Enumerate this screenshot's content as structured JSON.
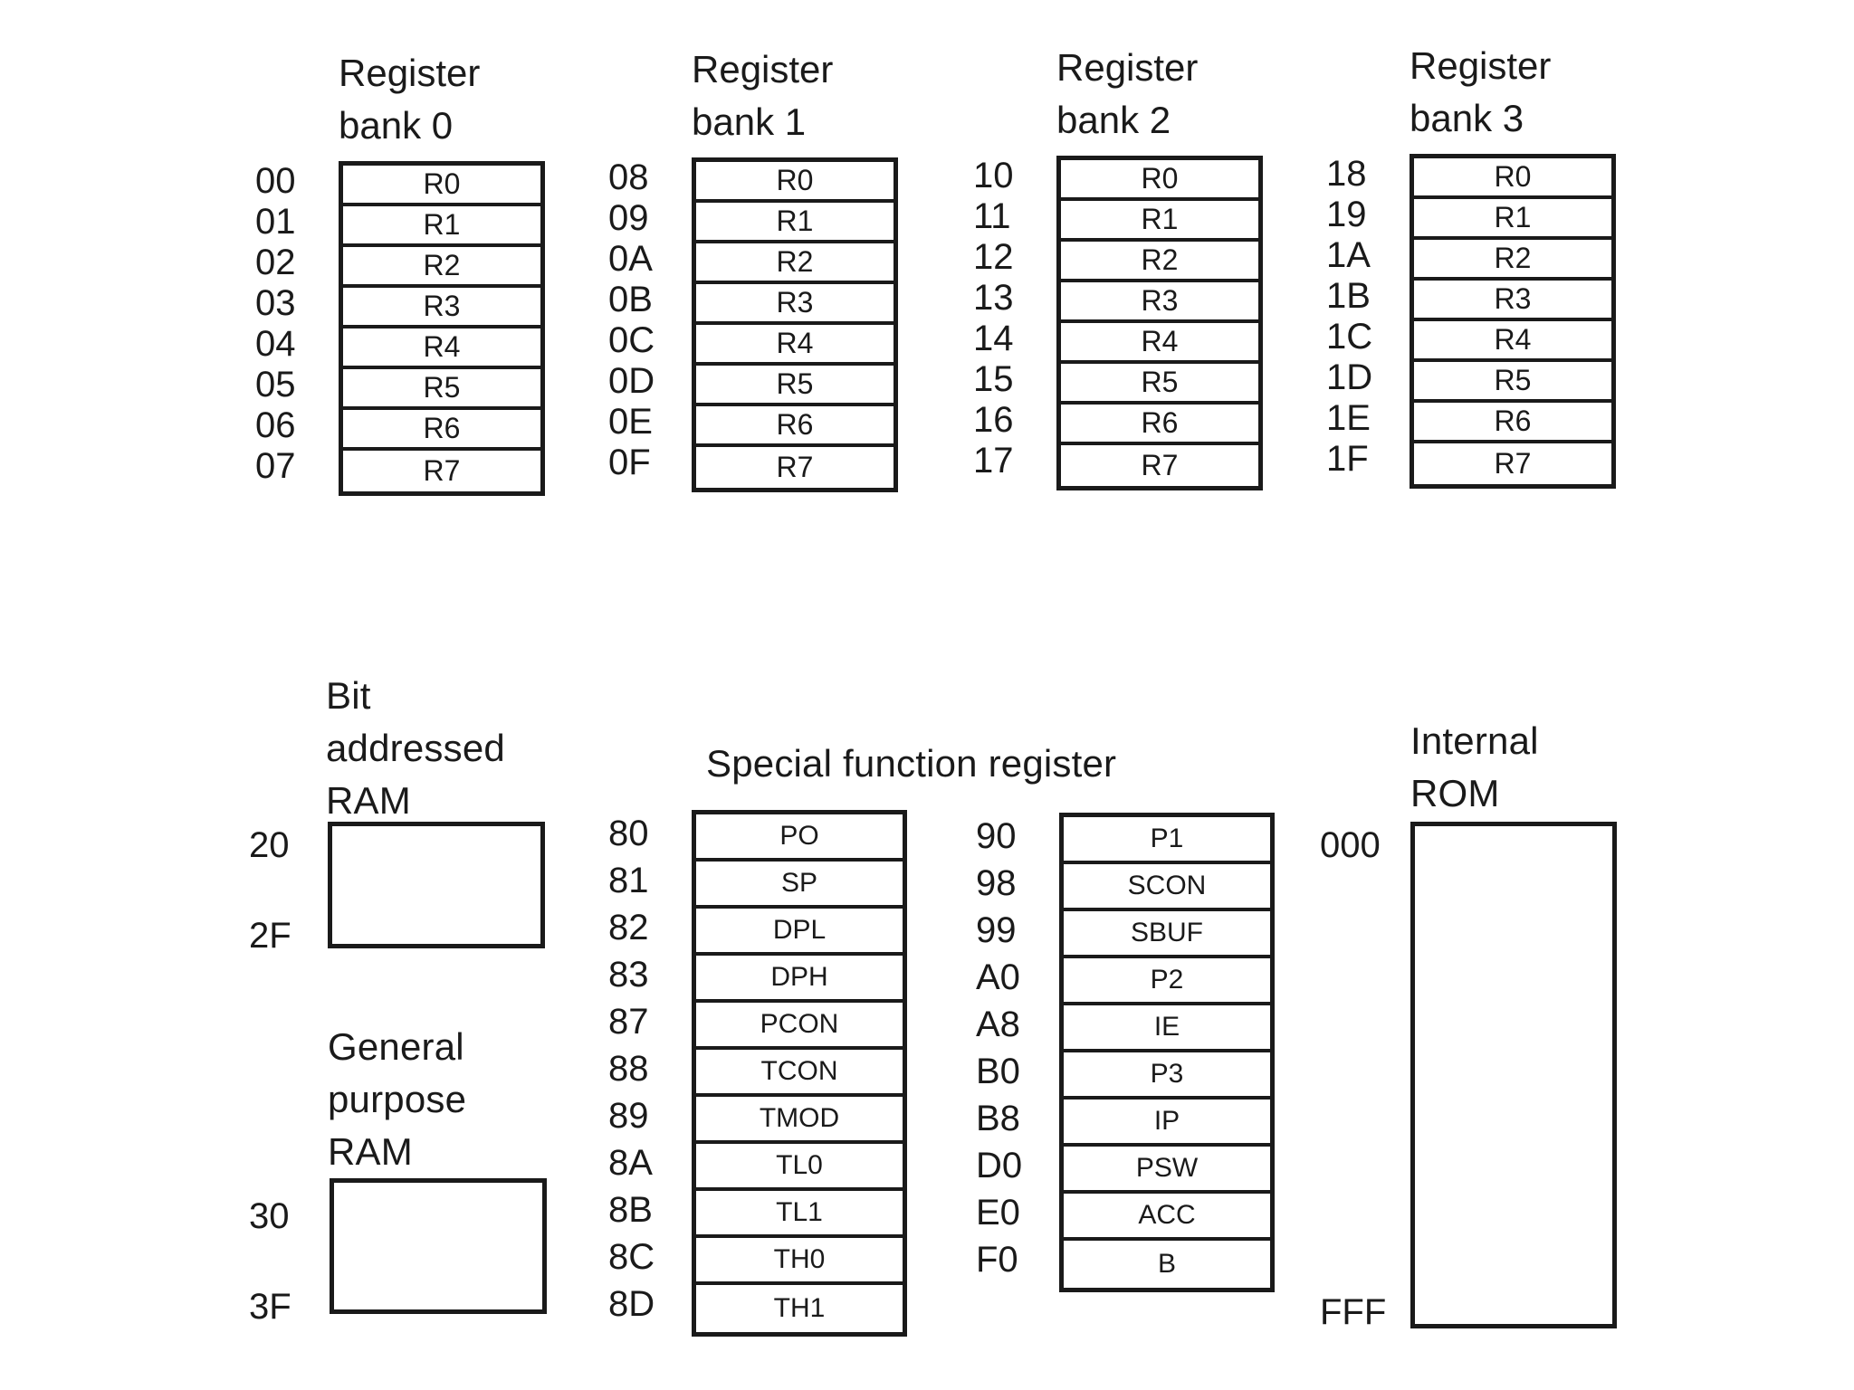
{
  "diagram": {
    "title_8051_memory_map": "",
    "register_banks": [
      {
        "title": "Register\nbank 0",
        "addresses": [
          "00",
          "01",
          "02",
          "03",
          "04",
          "05",
          "06",
          "07"
        ],
        "registers": [
          "R0",
          "R1",
          "R2",
          "R3",
          "R4",
          "R5",
          "R6",
          "R7"
        ]
      },
      {
        "title": "Register\nbank 1",
        "addresses": [
          "08",
          "09",
          "0A",
          "0B",
          "0C",
          "0D",
          "0E",
          "0F"
        ],
        "registers": [
          "R0",
          "R1",
          "R2",
          "R3",
          "R4",
          "R5",
          "R6",
          "R7"
        ]
      },
      {
        "title": "Register\nbank 2",
        "addresses": [
          "10",
          "11",
          "12",
          "13",
          "14",
          "15",
          "16",
          "17"
        ],
        "registers": [
          "R0",
          "R1",
          "R2",
          "R3",
          "R4",
          "R5",
          "R6",
          "R7"
        ]
      },
      {
        "title": "Register\nbank 3",
        "addresses": [
          "18",
          "19",
          "1A",
          "1B",
          "1C",
          "1D",
          "1E",
          "1F"
        ],
        "registers": [
          "R0",
          "R1",
          "R2",
          "R3",
          "R4",
          "R5",
          "R6",
          "R7"
        ]
      }
    ],
    "bit_addressed_ram": {
      "title": "Bit\naddressed\nRAM",
      "start_address": "20",
      "end_address": "2F"
    },
    "general_purpose_ram": {
      "title": "General\npurpose\nRAM",
      "start_address": "30",
      "end_address": "3F"
    },
    "special_function_register": {
      "title": "Special function register",
      "column_1": {
        "addresses": [
          "80",
          "81",
          "82",
          "83",
          "87",
          "88",
          "89",
          "8A",
          "8B",
          "8C",
          "8D"
        ],
        "names": [
          "PO",
          "SP",
          "DPL",
          "DPH",
          "PCON",
          "TCON",
          "TMOD",
          "TL0",
          "TL1",
          "TH0",
          "TH1"
        ]
      },
      "column_2": {
        "addresses": [
          "90",
          "98",
          "99",
          "A0",
          "A8",
          "B0",
          "B8",
          "D0",
          "E0",
          "F0"
        ],
        "names": [
          "P1",
          "SCON",
          "SBUF",
          "P2",
          "IE",
          "P3",
          "IP",
          "PSW",
          "ACC",
          "B"
        ]
      }
    },
    "internal_rom": {
      "title": "Internal\nROM",
      "start_address": "000",
      "end_address": "FFF"
    },
    "colors": {
      "background": "#ffffff",
      "stroke": "#1a1a1a",
      "text": "#1a1a1a"
    }
  }
}
